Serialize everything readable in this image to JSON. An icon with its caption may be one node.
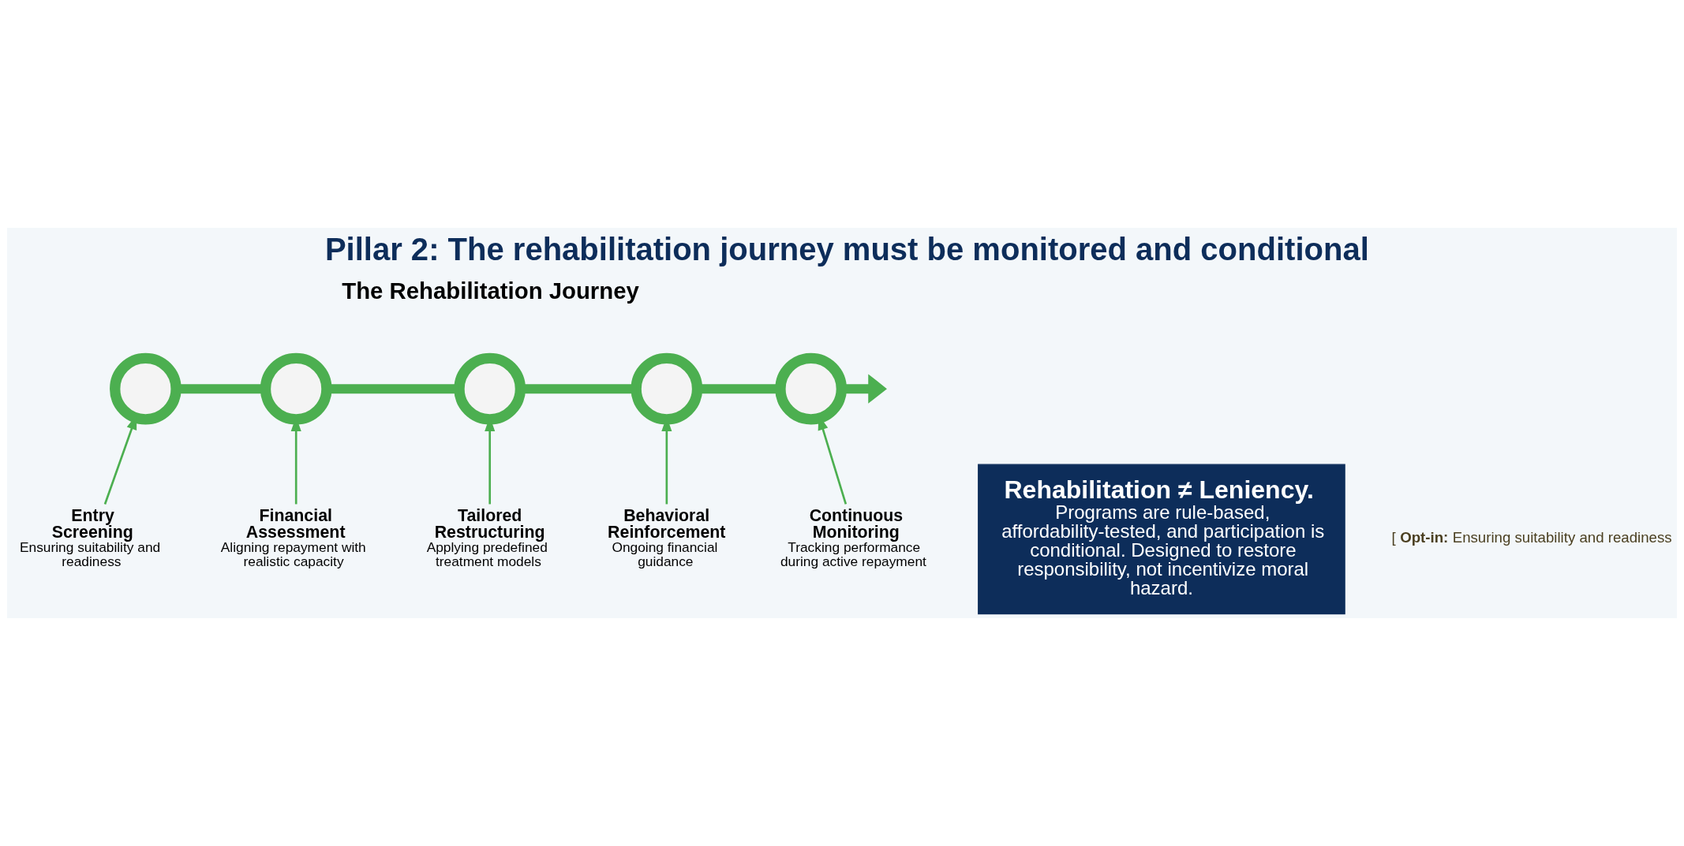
{
  "diagram": {
    "title": "Pillar 2: The rehabilitation journey must be monitored and conditional",
    "nodes": [
      {
        "text": [],
        "shape": "circle"
      },
      {
        "text": [],
        "shape": "circle"
      },
      {
        "text": [],
        "shape": "circle"
      },
      {
        "text": [],
        "shape": "circle"
      },
      {
        "text": [],
        "shape": "circle"
      },
      {
        "text": [
          "Entry Screening",
          "Ensuring suitability and readiness"
        ]
      },
      {
        "text": [
          "Financial Assessment",
          "Aligning repayment with realistic capacity"
        ]
      },
      {
        "text": [
          "Tailored Restructuring",
          "Applying predefined treatment models"
        ]
      },
      {
        "text": [
          "Behavioral Reinforcement",
          "Ongoing financial guidance"
        ]
      },
      {
        "text": [
          "Continuous Monitoring",
          "Tracking performance during active repayment"
        ]
      },
      {
        "text": [
          "Rehabilitation ≠ Leniency.",
          "Programs are rule-based, affordability-tested, and participation is conditional. Designed to restore responsibility, not incentivize moral hazard."
        ]
      }
    ],
    "edges": [
      {
        "from": 0,
        "to": 1,
        "arrow": "none",
        "style": "thick"
      },
      {
        "from": 1,
        "to": 2,
        "arrow": "none",
        "style": "thick"
      },
      {
        "from": 2,
        "to": 3,
        "arrow": "none",
        "style": "thick"
      },
      {
        "from": 3,
        "to": 4,
        "arrow": "none",
        "style": "thick"
      },
      {
        "from": 4,
        "to": null,
        "arrow": "to",
        "style": "thick"
      },
      {
        "from": 5,
        "to": 0,
        "arrow": "to"
      },
      {
        "from": 6,
        "to": 1,
        "arrow": "to"
      },
      {
        "from": 7,
        "to": 2,
        "arrow": "to"
      },
      {
        "from": 8,
        "to": 3,
        "arrow": "to"
      },
      {
        "from": 9,
        "to": 4,
        "arrow": "to"
      }
    ],
    "labels": [
      "The Rehabilitation Journey",
      "[ **Opt-in:** Ensuring suitability and readiness"
    ]
  }
}
